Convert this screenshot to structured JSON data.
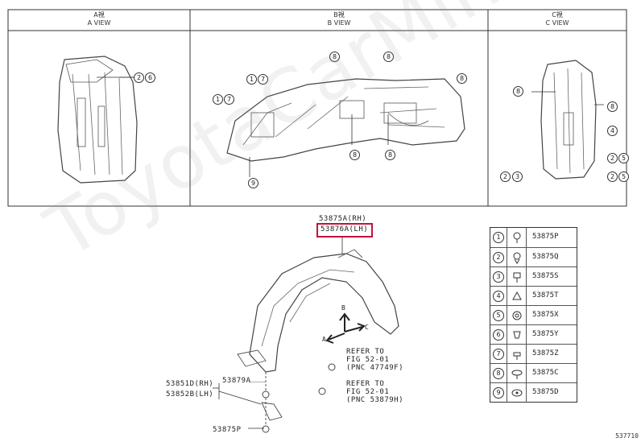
{
  "views": [
    {
      "title_line1": "A視",
      "title_line2": "A VIEW"
    },
    {
      "title_line1": "B視",
      "title_line2": "B VIEW"
    },
    {
      "title_line1": "C視",
      "title_line2": "C VIEW"
    }
  ],
  "view_a": {
    "callouts": [
      "2",
      "6"
    ]
  },
  "view_b": {
    "callouts": [
      "1",
      "7",
      "1",
      "7",
      "8",
      "8",
      "8",
      "8",
      "8",
      "9"
    ]
  },
  "view_c": {
    "callouts": [
      "8",
      "8",
      "4",
      "2",
      "5",
      "2",
      "3",
      "2",
      "5"
    ]
  },
  "main": {
    "part_rh": "53875A(RH)",
    "part_lh": "53876A(LH)",
    "arrow_b": "B",
    "arrow_a": "A",
    "arrow_c": "C",
    "refer1_line1": "REFER TO",
    "refer1_line2": "FIG 52-01",
    "refer1_line3": "(PNC 47749F)",
    "refer2_line1": "REFER TO",
    "refer2_line2": "FIG 52-01",
    "refer2_line3": "(PNC 53879H)",
    "label_53879a": "53879A",
    "label_53851d": "53851D(RH)",
    "label_53852b": "53852B(LH)",
    "label_53875p": "53875P"
  },
  "legend": [
    {
      "num": "1",
      "part": "53875P"
    },
    {
      "num": "2",
      "part": "53875Q"
    },
    {
      "num": "3",
      "part": "53875S"
    },
    {
      "num": "4",
      "part": "53875T"
    },
    {
      "num": "5",
      "part": "53875X"
    },
    {
      "num": "6",
      "part": "53875Y"
    },
    {
      "num": "7",
      "part": "53875Z"
    },
    {
      "num": "8",
      "part": "53875C"
    },
    {
      "num": "9",
      "part": "53875D"
    }
  ],
  "watermark": "ToyotaCarMine.ru",
  "diagram_id": "537710"
}
